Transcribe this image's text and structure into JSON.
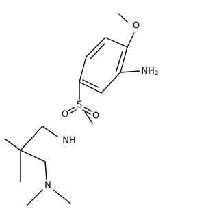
{
  "molecule": {
    "atoms": {
      "methoxy_o": "O",
      "amine": "NH",
      "amine_sub": "2",
      "sulfonyl_s": "S",
      "sulfonyl_o_left": "O",
      "sulfonyl_o_right": "O",
      "sulfonamide_nh": "NH",
      "dimethylamine_n": "N"
    }
  }
}
